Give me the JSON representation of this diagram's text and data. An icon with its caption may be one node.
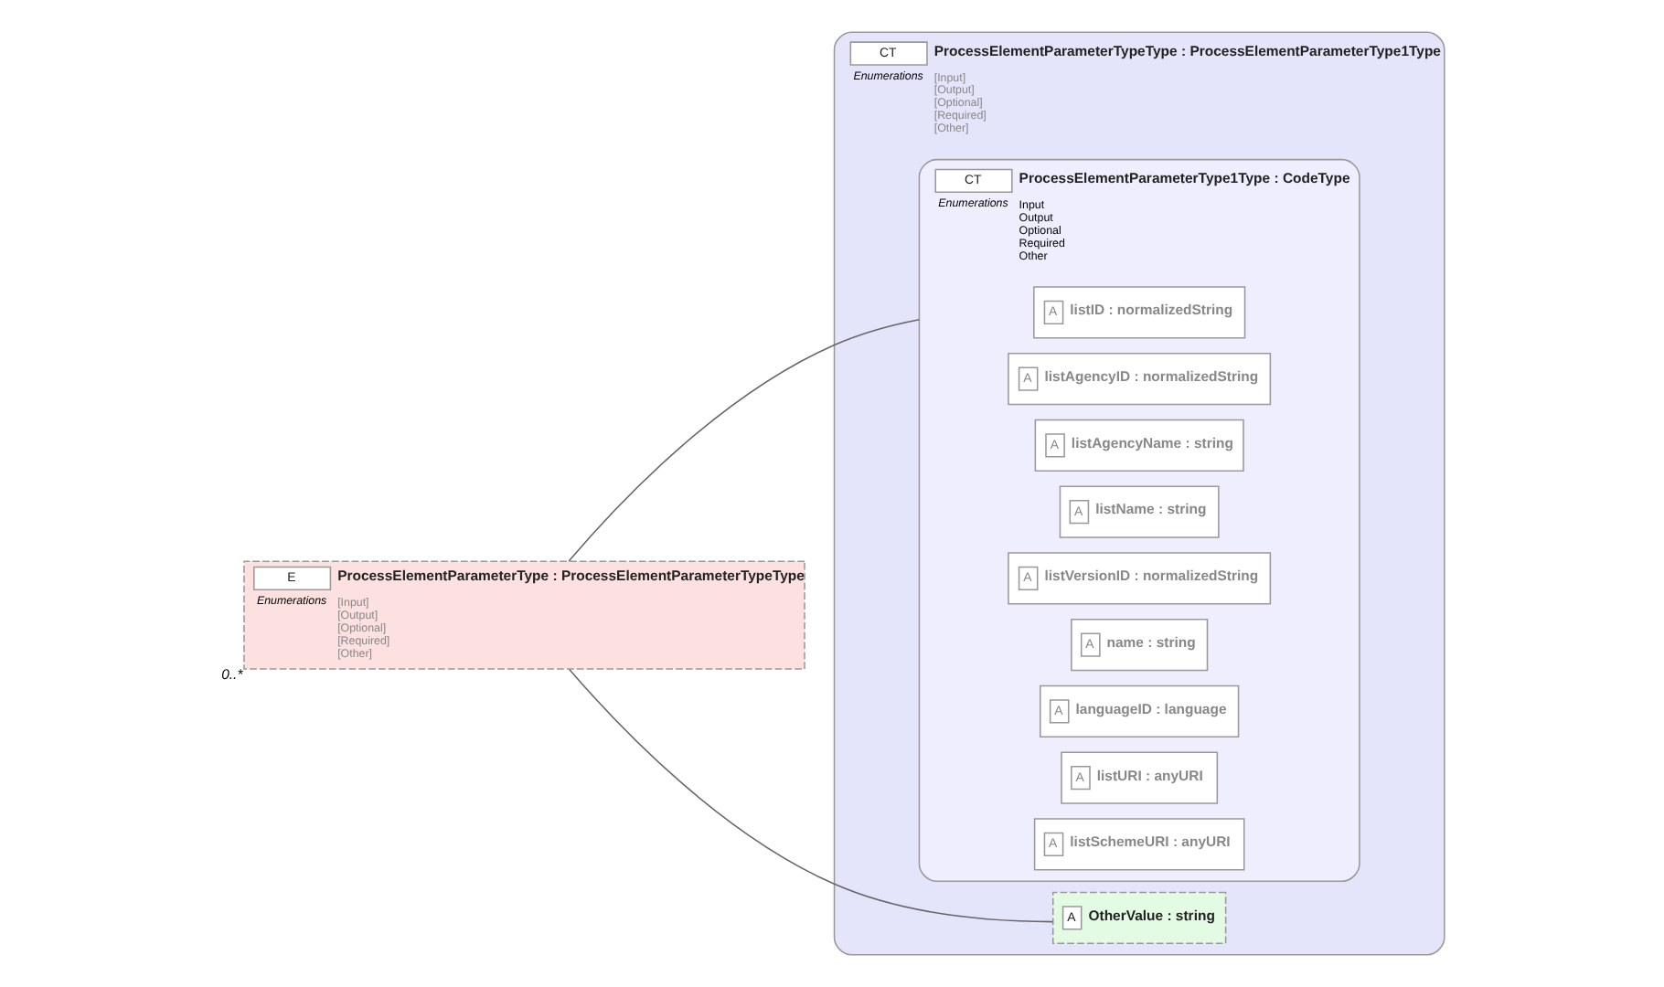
{
  "diagram": {
    "nodes": [
      {
        "text": [
          "E",
          "ProcessElementParameterType : ProcessElementParameterTypeType",
          "Enumerations",
          "[Input] [Output] [Optional] [Required] [Other]"
        ],
        "beside": [
          "0..*"
        ]
      },
      {
        "text": [
          "CT",
          "ProcessElementParameterTypeType : ProcessElementParameterType1Type",
          "Enumerations",
          "[Input] [Output] [Optional] [Required] [Other]"
        ]
      },
      {
        "text": [
          "A",
          "OtherValue : string"
        ],
        "in": 1
      },
      {
        "text": [
          "CT",
          "ProcessElementParameterType1Type : CodeType",
          "Enumerations",
          "Input Output Optional Required Other"
        ],
        "in": 1
      },
      {
        "text": [
          "A",
          "listID : normalizedString"
        ],
        "in": 3
      },
      {
        "text": [
          "A",
          "listAgencyID : normalizedString"
        ],
        "in": 3
      },
      {
        "text": [
          "A",
          "listAgencyName : string"
        ],
        "in": 3
      },
      {
        "text": [
          "A",
          "listName : string"
        ],
        "in": 3
      },
      {
        "text": [
          "A",
          "listVersionID : normalizedString"
        ],
        "in": 3
      },
      {
        "text": [
          "A",
          "name : string"
        ],
        "in": 3
      },
      {
        "text": [
          "A",
          "languageID : language"
        ],
        "in": 3
      },
      {
        "text": [
          "A",
          "listURI : anyURI"
        ],
        "in": 3
      },
      {
        "text": [
          "A",
          "listSchemeURI : anyURI"
        ],
        "in": 3
      }
    ],
    "edges": [
      {
        "from": 0,
        "to": 2,
        "arrow": "none"
      },
      {
        "from": 0,
        "to": 3,
        "arrow": "none"
      }
    ]
  }
}
